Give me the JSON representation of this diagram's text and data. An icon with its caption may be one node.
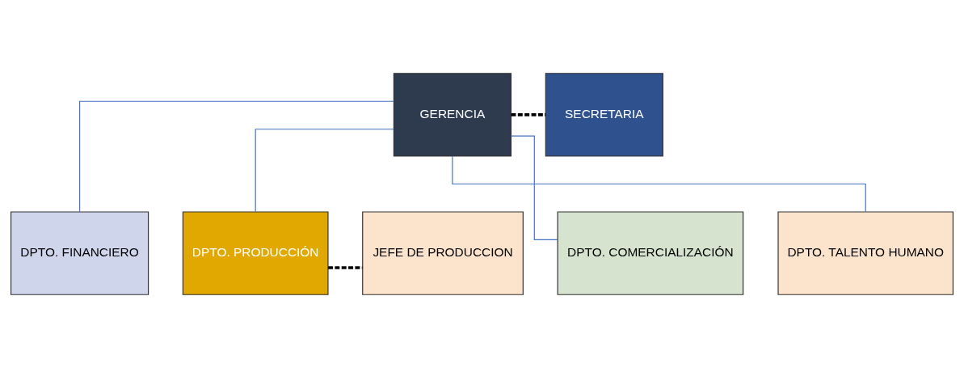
{
  "diagram": {
    "nodes": [
      {
        "text": [
          "GERENCIA"
        ]
      },
      {
        "text": [
          "SECRETARIA"
        ]
      },
      {
        "text": [
          "DPTO. FINANCIERO"
        ]
      },
      {
        "text": [
          "DPTO. PRODUCCIÓN"
        ]
      },
      {
        "text": [
          "JEFE DE PRODUCCION"
        ]
      },
      {
        "text": [
          "DPTO. COMERCIALIZACIÓN"
        ]
      },
      {
        "text": [
          "DPTO. TALENTO HUMANO"
        ]
      }
    ],
    "edges": [
      {
        "from": 0,
        "to": 1,
        "arrow": "none",
        "style": "dashed",
        "color": "#000000"
      },
      {
        "from": 0,
        "to": 2,
        "arrow": "none"
      },
      {
        "from": 0,
        "to": 3,
        "arrow": "none"
      },
      {
        "from": 0,
        "to": 5,
        "arrow": "none"
      },
      {
        "from": 0,
        "to": 6,
        "arrow": "none"
      },
      {
        "from": 3,
        "to": 4,
        "arrow": "none",
        "style": "dashed",
        "color": "#000000"
      }
    ]
  }
}
